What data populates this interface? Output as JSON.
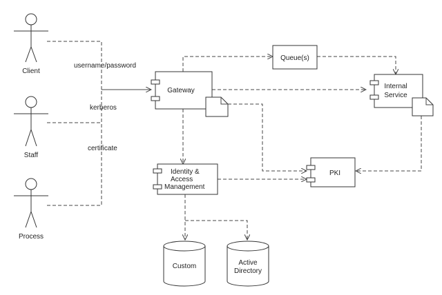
{
  "actors": [
    {
      "id": "client",
      "label": "Client"
    },
    {
      "id": "staff",
      "label": "Staff"
    },
    {
      "id": "process",
      "label": "Process"
    }
  ],
  "auth_methods": [
    "username/password",
    "kerberos",
    "certificate"
  ],
  "components": {
    "gateway": "Gateway",
    "queue": "Queue(s)",
    "internal_service": [
      "Internal",
      "Service"
    ],
    "pki": "PKI",
    "iam": [
      "Identity &",
      "Access",
      "Management"
    ]
  },
  "stores": {
    "custom": "Custom",
    "active_directory": [
      "Active",
      "Directory"
    ]
  }
}
